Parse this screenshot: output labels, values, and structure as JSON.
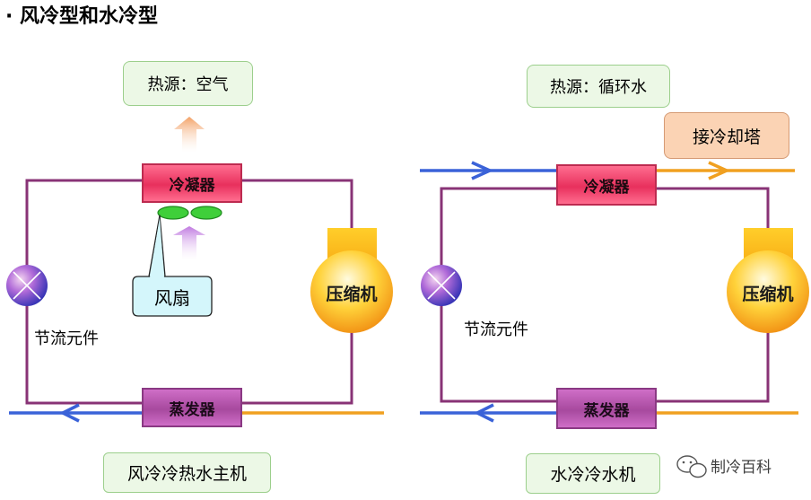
{
  "title": "· 风冷型和水冷型",
  "colors": {
    "loop_pipe": "#883376",
    "hot_water": "#f0a020",
    "cold_water": "#3a62d8",
    "condenser": "#e8305d",
    "evaporator": "#a7499e",
    "fan": "#3fcf3a",
    "expansion_valve": "#6a55c8"
  },
  "left": {
    "heat_source": "热源：空气",
    "condenser": "冷凝器",
    "fan": "风扇",
    "compressor": "压缩机",
    "expansion_valve": "节流元件",
    "evaporator": "蒸发器",
    "caption": "风冷冷热水主机"
  },
  "right": {
    "heat_source": "热源：循环水",
    "cooling_tower": "接冷却塔",
    "condenser": "冷凝器",
    "compressor": "压缩机",
    "expansion_valve": "节流元件",
    "evaporator": "蒸发器",
    "caption": "水冷冷水机"
  },
  "watermark": "制冷百科",
  "icons": {
    "watermark_logo": "wechat-icon",
    "expansion_valve": "expansion-valve-icon",
    "compressor": "compressor-icon",
    "fan": "fan-icon"
  }
}
